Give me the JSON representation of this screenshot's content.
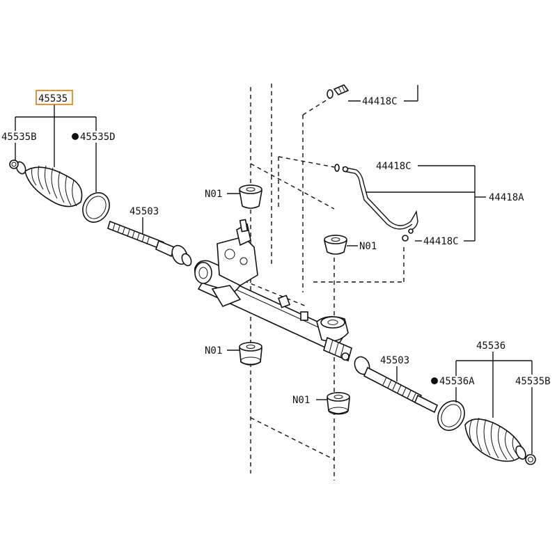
{
  "diagram": {
    "labels": {
      "boot_left_kit": "45535",
      "clamp_left": "45535B",
      "clamp_left_marked": "45535D",
      "tie_rod_left": "45503",
      "tube_top_fitting": "44418C",
      "tube_mid_fitting": "44418C",
      "tube_assembly": "44418A",
      "tube_lower_fitting": "44418C",
      "bushing_upper_left": "N01",
      "bushing_upper_right": "N01",
      "bushing_lower_left": "N01",
      "bushing_lower_right": "N01",
      "tie_rod_right": "45503",
      "boot_right_kit": "45536",
      "clamp_right_marked": "45536A",
      "clamp_right": "45535B"
    },
    "highlight_color": "#e07800"
  }
}
